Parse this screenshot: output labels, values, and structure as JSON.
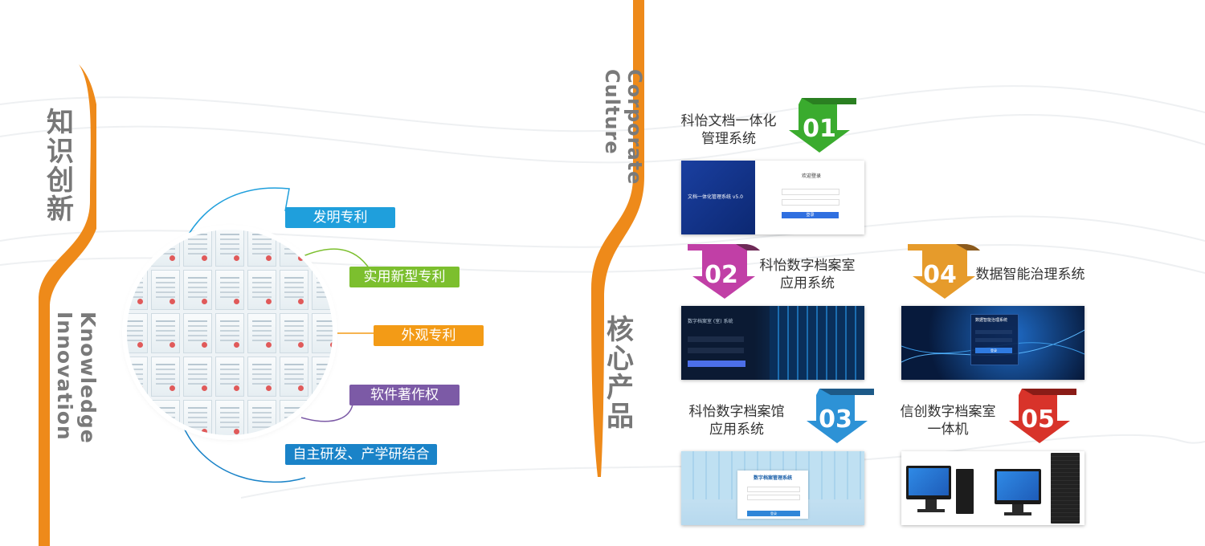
{
  "left_section": {
    "title_cn": "知识创新",
    "title_en": "Knowledge Innovation",
    "tags": [
      {
        "label": "发明专利",
        "color": "#1f9fdc"
      },
      {
        "label": "实用新型专利",
        "color": "#7cbf2e"
      },
      {
        "label": "外观专利",
        "color": "#f39b16"
      },
      {
        "label": "软件著作权",
        "color": "#7c5aa6"
      },
      {
        "label": "自主研发、产学研结合",
        "color": "#1a83c8"
      }
    ]
  },
  "right_section": {
    "title_en": "Corporate Culture",
    "title_cn": "核心产品",
    "products": [
      {
        "number": "01",
        "name_line1": "科怡文档一体化",
        "name_line2": "管理系统",
        "color": "#3aab2e",
        "screen": {
          "title": "文档一体化管理系统 v5.0",
          "login_title": "欢迎登录",
          "button": "登录"
        }
      },
      {
        "number": "02",
        "name_line1": "科怡数字档案室",
        "name_line2": "应用系统",
        "color": "#c13fa6",
        "screen": {
          "title": "数字档案室 (室) 系统"
        }
      },
      {
        "number": "03",
        "name_line1": "科怡数字档案馆",
        "name_line2": "应用系统",
        "color": "#2d92d6",
        "screen": {
          "title": "数字档案管理系统",
          "button": "登录"
        }
      },
      {
        "number": "04",
        "name_line1": "数据智能治理系统",
        "name_line2": "",
        "color": "#e69b2b",
        "screen": {
          "title": "数据智能治理系统",
          "button": "登录"
        }
      },
      {
        "number": "05",
        "name_line1": "信创数字档案室",
        "name_line2": "一体机",
        "color": "#d8332a",
        "screen": {}
      }
    ]
  },
  "colors": {
    "accent_orange": "#ee8a1a",
    "title_gray": "#777777"
  }
}
